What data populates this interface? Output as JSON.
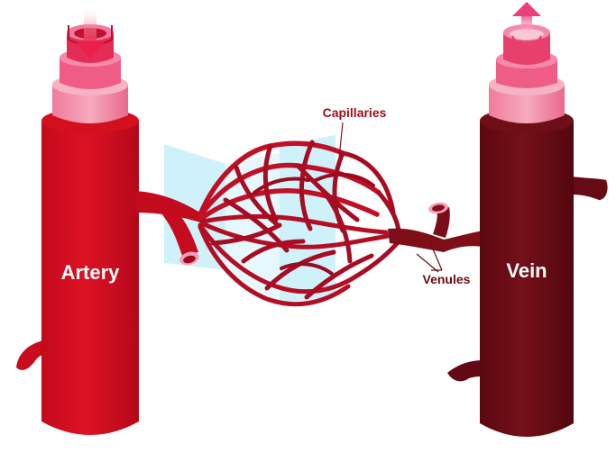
{
  "labels": {
    "artery": "Artery",
    "vein": "Vein",
    "capillaries": "Capillaries",
    "venules": "Venules"
  },
  "colors": {
    "artery": "#d10a1e",
    "artery_dark": "#b8081b",
    "vein": "#6b0a14",
    "vein_dark": "#560810",
    "wall_pink": "#f28aa8",
    "inner_pink": "#ee3d6a",
    "tissue": "#c7f0fa",
    "callout": "#9b0e1e"
  },
  "icons": {
    "inflow": "arrow-down-icon",
    "outflow": "arrow-up-icon"
  }
}
